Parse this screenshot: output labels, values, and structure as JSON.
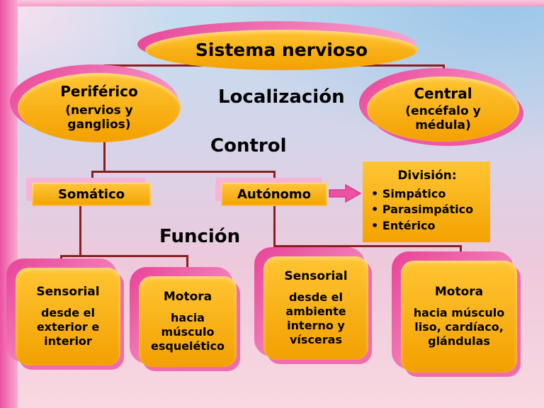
{
  "colors": {
    "shape_orange": "#F3A300",
    "shape_orange_light": "#FFC533",
    "shadow_pink": "#EC51A3",
    "shadow_pink_light": "#F6B5D6",
    "connector_maroon": "#8A1F1F",
    "background_top_blue": "#C2DDF0",
    "background_bottom_pink": "#F8D8E1"
  },
  "root": {
    "label": "Sistema nervioso"
  },
  "headings": {
    "localizacion": "Localización",
    "control": "Control",
    "funcion": "Función"
  },
  "branches": {
    "periferico": {
      "title": "Periférico",
      "subtitle": "(nervios y ganglios)"
    },
    "central": {
      "title": "Central",
      "subtitle": "(encéfalo y médula)"
    }
  },
  "control_nodes": {
    "somatico": "Somático",
    "autonomo": "Autónomo"
  },
  "division": {
    "title": "División:",
    "items": [
      "• Simpático",
      "• Parasimpático",
      "• Entérico"
    ]
  },
  "leaves": [
    {
      "title": "Sensorial",
      "body": "desde el exterior e interior"
    },
    {
      "title": "Motora",
      "body": "hacia músculo esquelético"
    },
    {
      "title": "Sensorial",
      "body": "desde el ambiente interno y vísceras"
    },
    {
      "title": "Motora",
      "body": "hacia músculo liso, cardíaco, glándulas"
    }
  ]
}
